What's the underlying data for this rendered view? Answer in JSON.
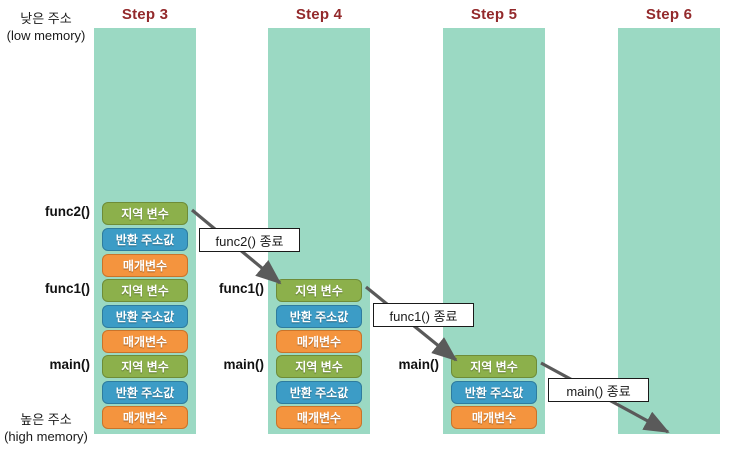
{
  "diagram": {
    "title_color": "#93292b",
    "column_color": "#9BD9C3",
    "box_colors": {
      "local_variable": "#8CB04B",
      "return_address": "#3C9CC6",
      "parameter": "#F4943E"
    },
    "address_labels": {
      "low": {
        "ko": "낮은 주소",
        "en": "(low memory)"
      },
      "high": {
        "ko": "높은 주소",
        "en": "(high memory)"
      }
    },
    "steps": [
      {
        "title": "Step 3",
        "function_labels": [
          "func2()",
          "func1()",
          "main()"
        ],
        "frames": [
          "지역 변수",
          "반환 주소값",
          "매개변수",
          "지역 변수",
          "반환 주소값",
          "매개변수",
          "지역 변수",
          "반환 주소값",
          "매개변수"
        ]
      },
      {
        "title": "Step 4",
        "function_labels": [
          "func1()",
          "main()"
        ],
        "frames": [
          "지역 변수",
          "반환 주소값",
          "매개변수",
          "지역 변수",
          "반환 주소값",
          "매개변수"
        ]
      },
      {
        "title": "Step 5",
        "function_labels": [
          "main()"
        ],
        "frames": [
          "지역 변수",
          "반환 주소값",
          "매개변수"
        ]
      },
      {
        "title": "Step 6",
        "function_labels": [],
        "frames": []
      }
    ],
    "callouts": [
      {
        "label": "func2() 종료"
      },
      {
        "label": "func1() 종료"
      },
      {
        "label": "main() 종료"
      }
    ]
  }
}
